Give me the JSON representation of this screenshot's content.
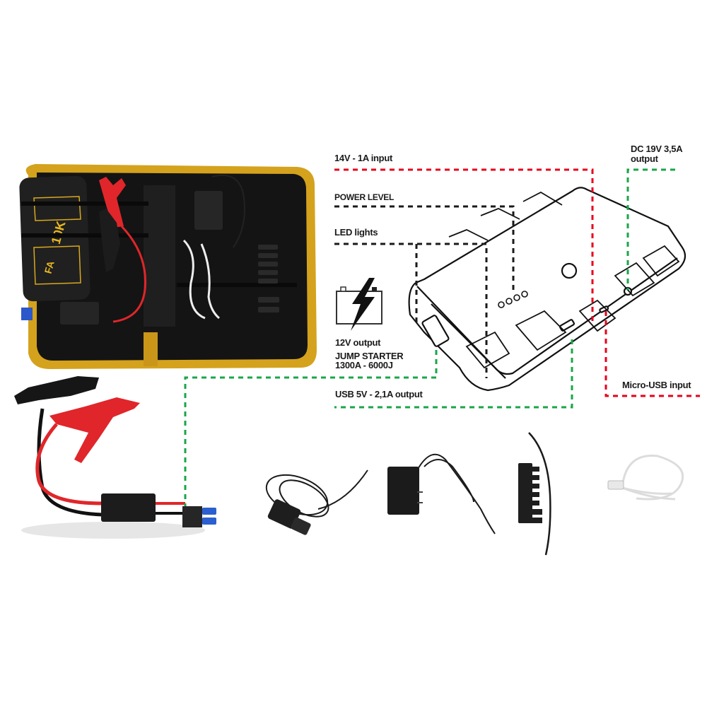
{
  "colors": {
    "input_line": "#e8001c",
    "output_line": "#1aa64a",
    "indicator_line": "#1a1a1a",
    "case_yellow": "#d9a81e",
    "clamp_red": "#e0262a",
    "device_outline": "#111111"
  },
  "labels": {
    "input_14v": "14V - 1A input",
    "power_level": "POWER LEVEL",
    "led_lights": "LED lights",
    "dc_output_line1": "DC 19V 3,5A",
    "dc_output_line2": "output",
    "jump_output": "12V output",
    "jump_starter_line1": "JUMP STARTER",
    "jump_starter_line2": "1300A  - 6000J",
    "usb_output": "USB 5V - 2,1A output",
    "micro_usb_input": "Micro-USB input"
  },
  "device": {
    "brand_text": "FA",
    "model_text": "10K"
  },
  "icons": {
    "battery": "battery-bolt-icon"
  },
  "products": [
    "carrying-case-with-kit",
    "jump-clamps-cable",
    "car-charger-cable",
    "wall-charger-adapter",
    "dc-tip-set-with-cable",
    "usb-multi-cable"
  ]
}
